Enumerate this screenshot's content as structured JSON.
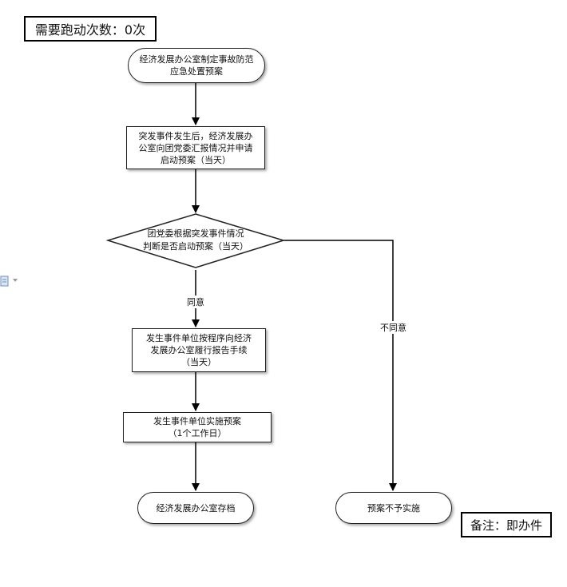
{
  "header": {
    "runs_label": "需要跑动次数：0次"
  },
  "steps": {
    "start": "经济发展办公室制定事故防范\n应急处置预案",
    "report_apply": "突发事件发生后，经济发展办\n公室向团党委汇报情况并申请\n启动预案（当天）",
    "decision": "团党委根据突发事件情况\n判断是否启动预案（当天）",
    "unit_report": "发生事件单位按程序向经济\n发展办公室履行报告手续\n（当天）",
    "implement": "发生事件单位实施预案\n（1个工作日）",
    "archive": "经济发展办公室存档",
    "not_implement": "预案不予实施"
  },
  "edges": {
    "agree": "同意",
    "disagree": "不同意"
  },
  "note": {
    "label": "备注：即办件"
  }
}
